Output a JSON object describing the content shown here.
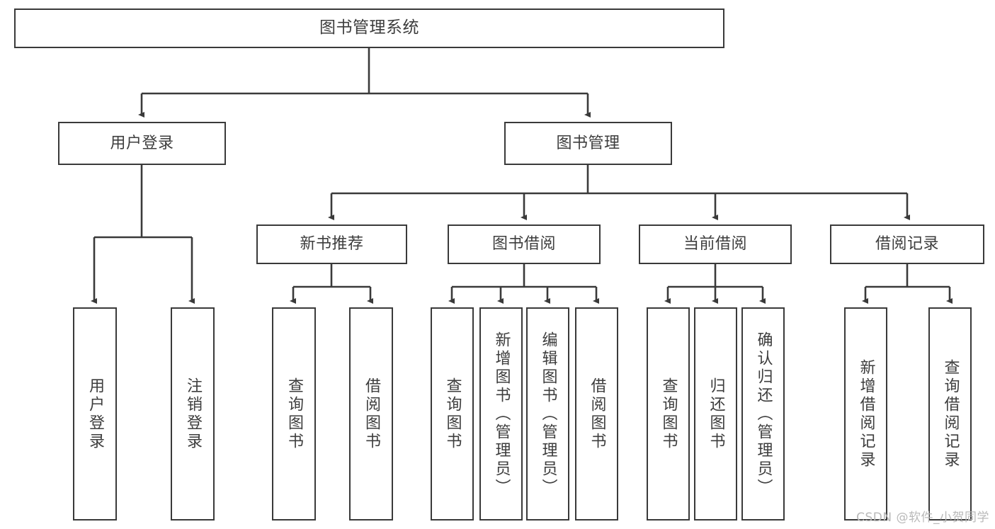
{
  "diagram": {
    "title": "图书管理系统",
    "type": "tree-hierarchy-chart",
    "root": {
      "label": "图书管理系统"
    },
    "level1": [
      {
        "label": "用户登录"
      },
      {
        "label": "图书管理"
      }
    ],
    "level2": [
      {
        "label": "新书推荐"
      },
      {
        "label": "图书借阅"
      },
      {
        "label": "当前借阅"
      },
      {
        "label": "借阅记录"
      }
    ],
    "leaves": {
      "user_login": [
        {
          "label": "用户登录"
        },
        {
          "label": "注销登录"
        }
      ],
      "new_book_recommend": [
        {
          "label": "查询图书"
        },
        {
          "label": "借阅图书"
        }
      ],
      "book_borrow": [
        {
          "label": "查询图书"
        },
        {
          "label": "新增图书（管理员）"
        },
        {
          "label": "编辑图书（管理员）"
        },
        {
          "label": "借阅图书"
        }
      ],
      "current_borrow": [
        {
          "label": "查询图书"
        },
        {
          "label": "归还图书"
        },
        {
          "label": "确认归还（管理员）"
        }
      ],
      "borrow_record": [
        {
          "label": "新增借阅记录"
        },
        {
          "label": "查询借阅记录"
        }
      ]
    }
  },
  "watermark": {
    "text": "CSDN @软件_小贺同学"
  },
  "colors": {
    "border": "#3a3a3a",
    "text": "#3d3d3d",
    "background": "#ffffff",
    "watermark": "#b9b9b9"
  }
}
